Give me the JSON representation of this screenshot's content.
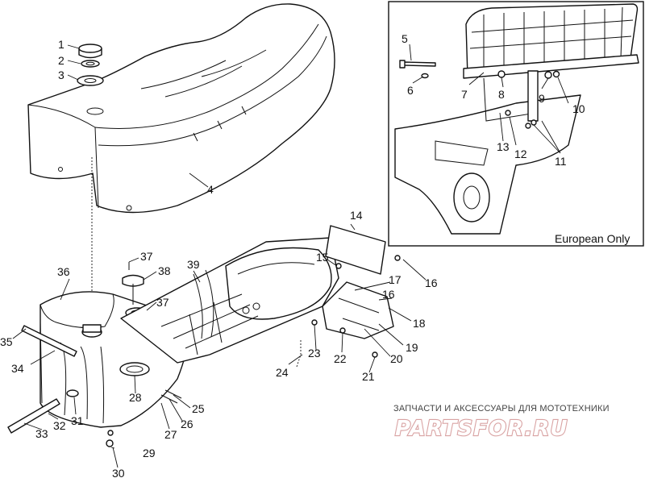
{
  "diagram": {
    "callouts": [
      {
        "id": "c1",
        "text": "1"
      },
      {
        "id": "c2",
        "text": "2"
      },
      {
        "id": "c3",
        "text": "3"
      },
      {
        "id": "c4",
        "text": "4"
      },
      {
        "id": "c5",
        "text": "5"
      },
      {
        "id": "c6",
        "text": "6"
      },
      {
        "id": "c7",
        "text": "7"
      },
      {
        "id": "c8",
        "text": "8"
      },
      {
        "id": "c9",
        "text": "9"
      },
      {
        "id": "c10",
        "text": "10"
      },
      {
        "id": "c11",
        "text": "11"
      },
      {
        "id": "c12",
        "text": "12"
      },
      {
        "id": "c13",
        "text": "13"
      },
      {
        "id": "c14",
        "text": "14"
      },
      {
        "id": "c15",
        "text": "15"
      },
      {
        "id": "c16a",
        "text": "16"
      },
      {
        "id": "c16b",
        "text": "16"
      },
      {
        "id": "c17",
        "text": "17"
      },
      {
        "id": "c18",
        "text": "18"
      },
      {
        "id": "c19",
        "text": "19"
      },
      {
        "id": "c20",
        "text": "20"
      },
      {
        "id": "c21",
        "text": "21"
      },
      {
        "id": "c22",
        "text": "22"
      },
      {
        "id": "c23",
        "text": "23"
      },
      {
        "id": "c24",
        "text": "24"
      },
      {
        "id": "c25",
        "text": "25"
      },
      {
        "id": "c26",
        "text": "26"
      },
      {
        "id": "c27",
        "text": "27"
      },
      {
        "id": "c28",
        "text": "28"
      },
      {
        "id": "c29",
        "text": "29"
      },
      {
        "id": "c30",
        "text": "30"
      },
      {
        "id": "c31",
        "text": "31"
      },
      {
        "id": "c32",
        "text": "32"
      },
      {
        "id": "c33",
        "text": "33"
      },
      {
        "id": "c34",
        "text": "34"
      },
      {
        "id": "c35",
        "text": "35"
      },
      {
        "id": "c36",
        "text": "36"
      },
      {
        "id": "c37a",
        "text": "37"
      },
      {
        "id": "c37b",
        "text": "37"
      },
      {
        "id": "c38",
        "text": "38"
      },
      {
        "id": "c39",
        "text": "39"
      }
    ],
    "inset": {
      "caption": "European Only"
    }
  },
  "watermark": {
    "tagline": "ЗАПЧАСТИ И АКСЕССУАРЫ ДЛЯ МОТОТЕХНИКИ",
    "logo": "PARTSFOR.RU",
    "logo_color": "#d9a3a3"
  },
  "colors": {
    "line": "#111111",
    "background": "#ffffff"
  }
}
